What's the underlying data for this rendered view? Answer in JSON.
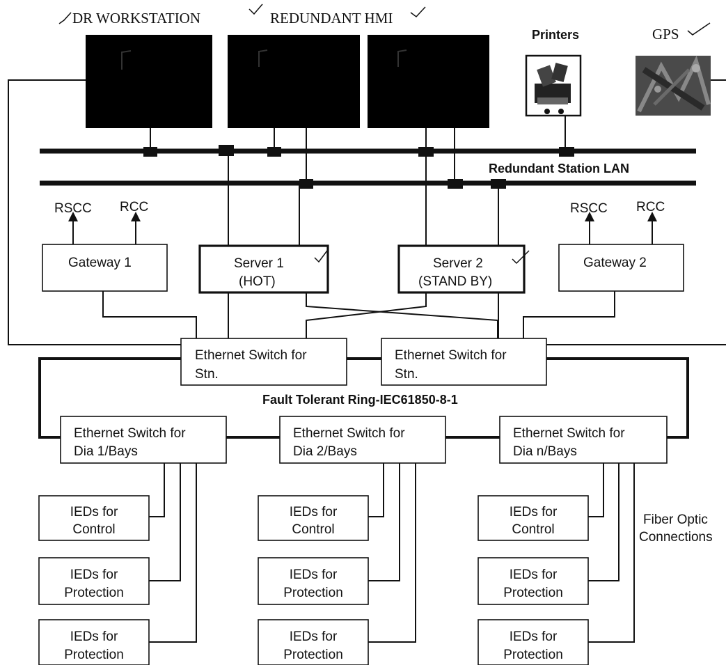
{
  "top_labels": {
    "dr_workstation": "DR WORKSTATION",
    "redundant_hmi": "REDUNDANT HMI",
    "printers": "Printers",
    "gps": "GPS"
  },
  "lan_label": "Redundant Station LAN",
  "ring_label": "Fault Tolerant Ring-IEC61850-8-1",
  "gateway_left": {
    "label": "Gateway 1",
    "out1": "RSCC",
    "out2": "RCC"
  },
  "gateway_right": {
    "label": "Gateway 2",
    "out1": "RSCC",
    "out2": "RCC"
  },
  "server1": {
    "line1": "Server 1",
    "line2": "(HOT)"
  },
  "server2": {
    "line1": "Server 2",
    "line2": "(STAND BY)"
  },
  "station_switch_1": {
    "line1": "Ethernet Switch for",
    "line2": "Stn."
  },
  "station_switch_2": {
    "line1": "Ethernet Switch for",
    "line2": "Stn."
  },
  "bay_switches": [
    {
      "line1": "Ethernet Switch for",
      "line2": "Dia 1/Bays"
    },
    {
      "line1": "Ethernet Switch for",
      "line2": "Dia 2/Bays"
    },
    {
      "line1": "Ethernet Switch for",
      "line2": "Dia n/Bays"
    }
  ],
  "ied_columns": [
    [
      {
        "line1": "IEDs for",
        "line2": "Control"
      },
      {
        "line1": "IEDs for",
        "line2": "Protection"
      },
      {
        "line1": "IEDs for",
        "line2": "Protection"
      }
    ],
    [
      {
        "line1": "IEDs for",
        "line2": "Control"
      },
      {
        "line1": "IEDs for",
        "line2": "Protection"
      },
      {
        "line1": "IEDs for",
        "line2": "Protection"
      }
    ],
    [
      {
        "line1": "IEDs for",
        "line2": "Control"
      },
      {
        "line1": "IEDs for",
        "line2": "Protection"
      },
      {
        "line1": "IEDs for",
        "line2": "Protection"
      }
    ]
  ],
  "fiber_label": {
    "line1": "Fiber Optic",
    "line2": "Connections"
  }
}
